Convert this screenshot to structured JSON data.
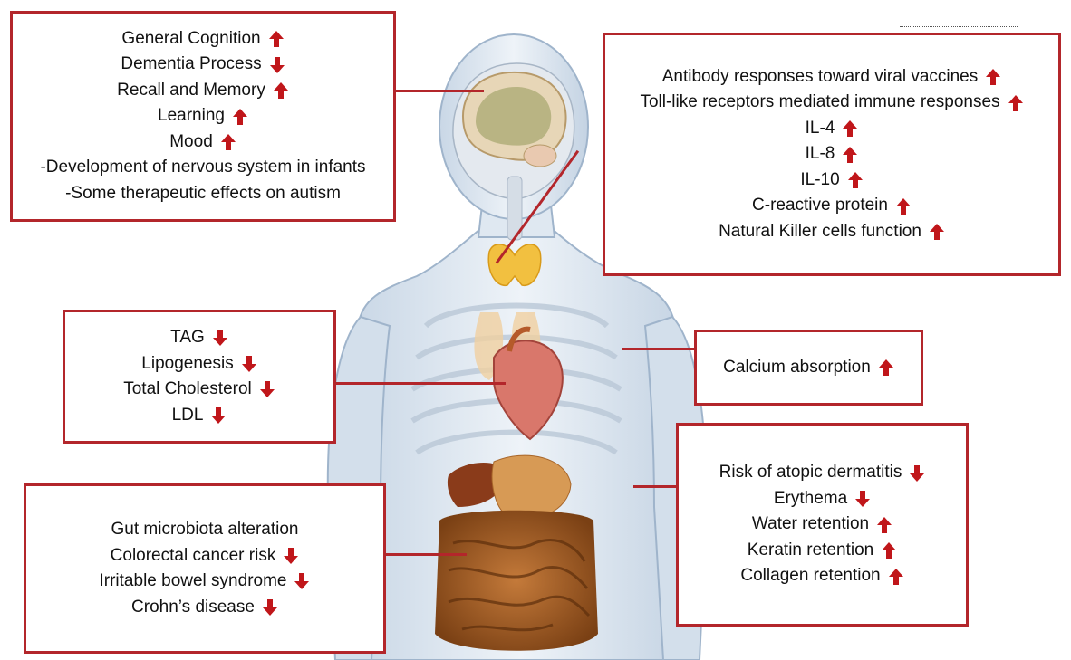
{
  "colors": {
    "frame": "#b3262b",
    "arrow": "#c0161a"
  },
  "boxes": {
    "brain": {
      "items": [
        {
          "text": "General Cognition",
          "arrow": "up"
        },
        {
          "text": "Dementia Process",
          "arrow": "down"
        },
        {
          "text": "Recall and Memory",
          "arrow": "up"
        },
        {
          "text": "Learning",
          "arrow": "up"
        },
        {
          "text": "Mood ",
          "arrow": "up"
        },
        {
          "text": "-Development of nervous system in infants",
          "arrow": "none"
        },
        {
          "text": "-Some therapeutic effects on autism",
          "arrow": "none"
        }
      ]
    },
    "immune": {
      "items": [
        {
          "text": "Antibody responses toward viral vaccines",
          "arrow": "up"
        },
        {
          "text": "Toll-like receptors mediated immune responses",
          "arrow": "up"
        },
        {
          "text": "IL-4",
          "arrow": "up"
        },
        {
          "text": "IL-8",
          "arrow": "up"
        },
        {
          "text": "IL-10",
          "arrow": "up"
        },
        {
          "text": "C-reactive protein",
          "arrow": "up"
        },
        {
          "text": "Natural Killer cells function",
          "arrow": "up"
        }
      ]
    },
    "lipids": {
      "items": [
        {
          "text": "TAG",
          "arrow": "down"
        },
        {
          "text": "Lipogenesis",
          "arrow": "down"
        },
        {
          "text": "Total Cholesterol",
          "arrow": "down"
        },
        {
          "text": "LDL",
          "arrow": "down"
        }
      ]
    },
    "bone": {
      "items": [
        {
          "text": "Calcium absorption",
          "arrow": "up"
        }
      ]
    },
    "gut": {
      "items": [
        {
          "text": "Gut microbiota alteration",
          "arrow": "none"
        },
        {
          "text": "Colorectal cancer risk",
          "arrow": "down"
        },
        {
          "text": "Irritable bowel syndrome",
          "arrow": "down"
        },
        {
          "text": "Crohn’s disease",
          "arrow": "down"
        }
      ]
    },
    "skin": {
      "items": [
        {
          "text": "Risk of atopic dermatitis",
          "arrow": "down"
        },
        {
          "text": "Erythema",
          "arrow": "down"
        },
        {
          "text": "Water retention",
          "arrow": "up"
        },
        {
          "text": "Keratin retention",
          "arrow": "up"
        },
        {
          "text": "Collagen retention",
          "arrow": "up"
        }
      ]
    }
  }
}
